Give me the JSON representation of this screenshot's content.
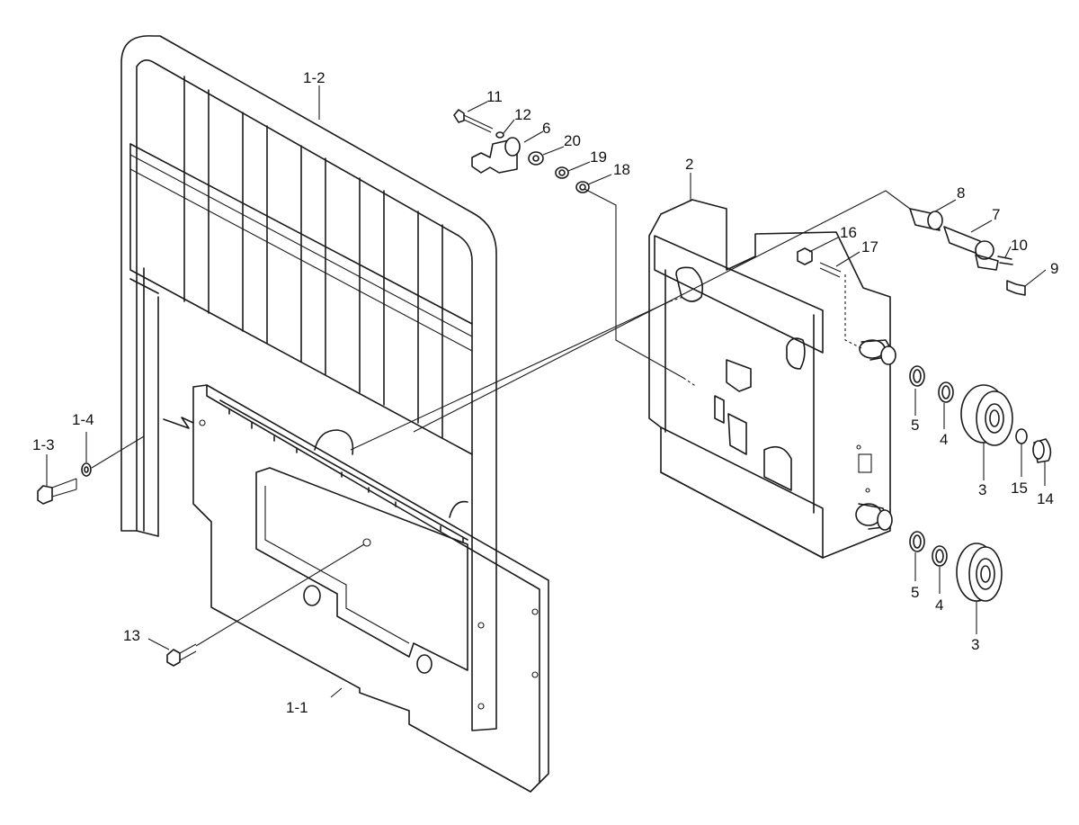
{
  "callouts": {
    "c1_2": "1-2",
    "c1_1": "1-1",
    "c1_3": "1-3",
    "c1_4": "1-4",
    "c13": "13",
    "c11": "11",
    "c12": "12",
    "c6": "6",
    "c20": "20",
    "c19": "19",
    "c18": "18",
    "c2": "2",
    "c16": "16",
    "c17": "17",
    "c8": "8",
    "c7": "7",
    "c10": "10",
    "c9": "9",
    "c5a": "5",
    "c4a": "4",
    "c3a": "3",
    "c15": "15",
    "c14": "14",
    "c5b": "5",
    "c4b": "4",
    "c3b": "3"
  }
}
